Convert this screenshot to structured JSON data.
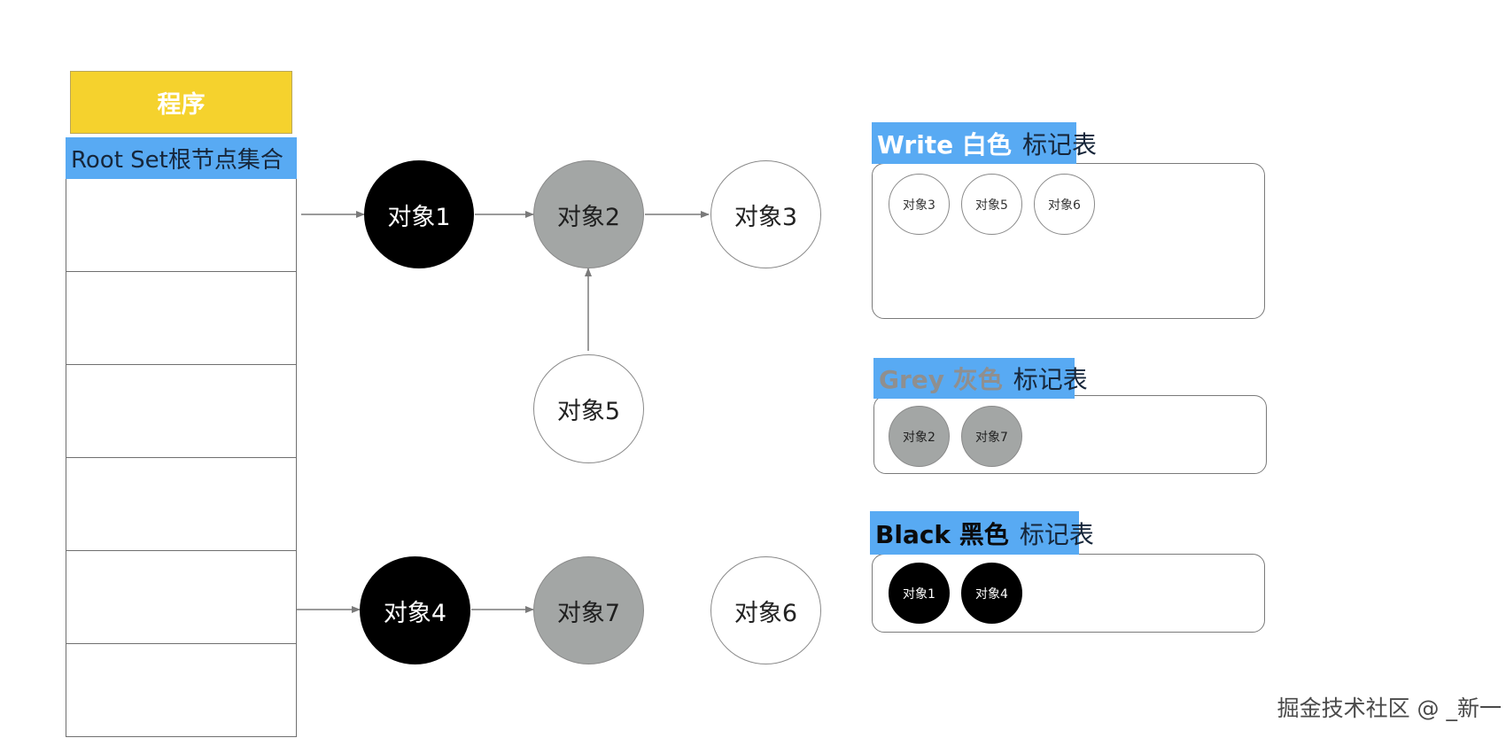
{
  "program": {
    "label": "程序"
  },
  "root_set": {
    "label": "Root Set根节点集合",
    "rows": 6
  },
  "nodes": {
    "obj1": {
      "label": "对象1",
      "color": "black"
    },
    "obj2": {
      "label": "对象2",
      "color": "grey"
    },
    "obj3": {
      "label": "对象3",
      "color": "white"
    },
    "obj5": {
      "label": "对象5",
      "color": "white"
    },
    "obj4": {
      "label": "对象4",
      "color": "black"
    },
    "obj7": {
      "label": "对象7",
      "color": "grey"
    },
    "obj6": {
      "label": "对象6",
      "color": "white"
    }
  },
  "edges": [
    {
      "from": "root-set",
      "to": "obj1"
    },
    {
      "from": "obj1",
      "to": "obj2"
    },
    {
      "from": "obj2",
      "to": "obj3"
    },
    {
      "from": "obj5",
      "to": "obj2"
    },
    {
      "from": "root-set",
      "to": "obj4"
    },
    {
      "from": "obj4",
      "to": "obj7"
    }
  ],
  "tables": {
    "white": {
      "key": "Write 白色",
      "suffix": "标记表",
      "items": [
        "对象3",
        "对象5",
        "对象6"
      ]
    },
    "grey": {
      "key": "Grey 灰色",
      "suffix": "标记表",
      "items": [
        "对象2",
        "对象7"
      ]
    },
    "black": {
      "key": "Black 黑色",
      "suffix": "标记表",
      "items": [
        "对象1",
        "对象4"
      ]
    }
  },
  "watermark": "掘金技术社区 @ _新一",
  "colors": {
    "program_fill": "#f5d22d",
    "label_blue": "#58aaf3",
    "black_node": "#000000",
    "grey_node": "#a3a6a5",
    "white_node": "#ffffff",
    "edge": "#7a7a7a"
  }
}
